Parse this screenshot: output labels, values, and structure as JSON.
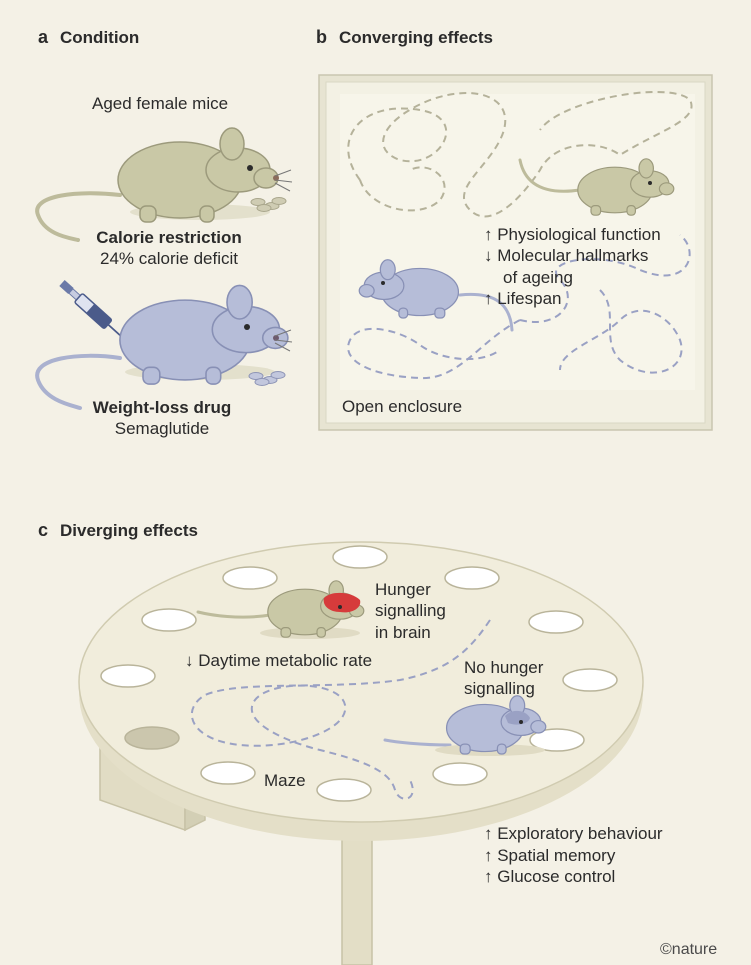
{
  "panel_a": {
    "letter": "a",
    "title": "Condition",
    "subject": "Aged female mice",
    "cr_title": "Calorie restriction",
    "cr_sub": "24% calorie deficit",
    "drug_title": "Weight-loss drug",
    "drug_sub": "Semaglutide"
  },
  "panel_b": {
    "letter": "b",
    "title": "Converging effects",
    "effects": [
      "↑ Physiological function",
      "↓ Molecular hallmarks",
      "of ageing",
      "↑ Lifespan"
    ],
    "enclosure_label": "Open enclosure"
  },
  "panel_c": {
    "letter": "c",
    "title": "Diverging effects",
    "hunger_lines": [
      "Hunger",
      "signalling",
      "in brain"
    ],
    "metabolic": "↓ Daytime metabolic rate",
    "no_hunger_lines": [
      "No hunger",
      "signalling"
    ],
    "maze_label": "Maze",
    "effects": [
      "↑ Exploratory behaviour",
      "↑ Spatial memory",
      "↑ Glucose control"
    ]
  },
  "credit": "©nature",
  "colors": {
    "background": "#f4f1e6",
    "cr_mouse": "#c9c8a6",
    "drug_mouse": "#b6bdd8",
    "hunger_signal": "#d63b3b",
    "enclosure_border": "#d9d7c4",
    "path_tan": "#b5b29a",
    "path_blue": "#9aa1c4"
  }
}
